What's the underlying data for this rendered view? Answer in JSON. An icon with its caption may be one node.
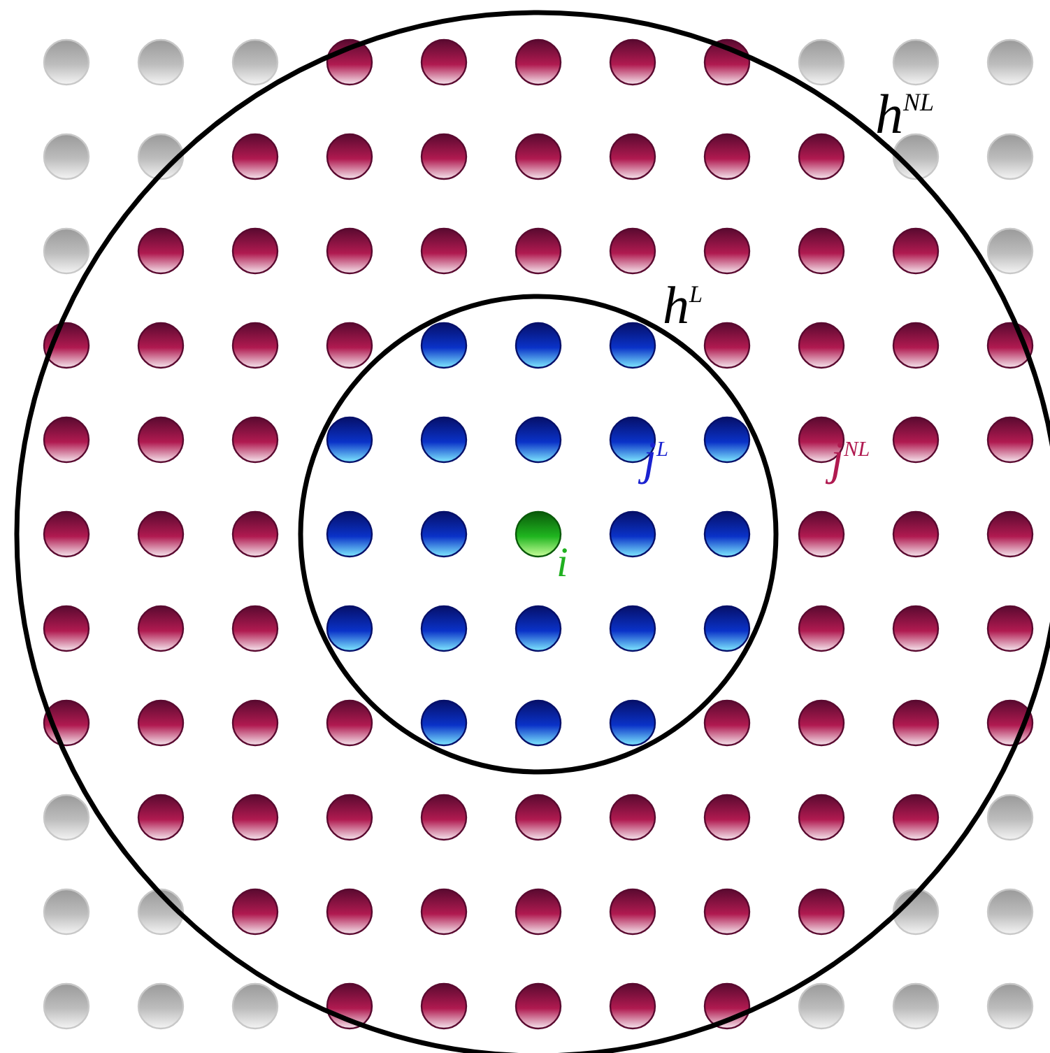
{
  "diagram": {
    "labels": [
      "h$^{NL}$",
      "h$^{L}$",
      "j$^{L}$",
      "j$^{NL}$",
      "i"
    ]
  }
}
